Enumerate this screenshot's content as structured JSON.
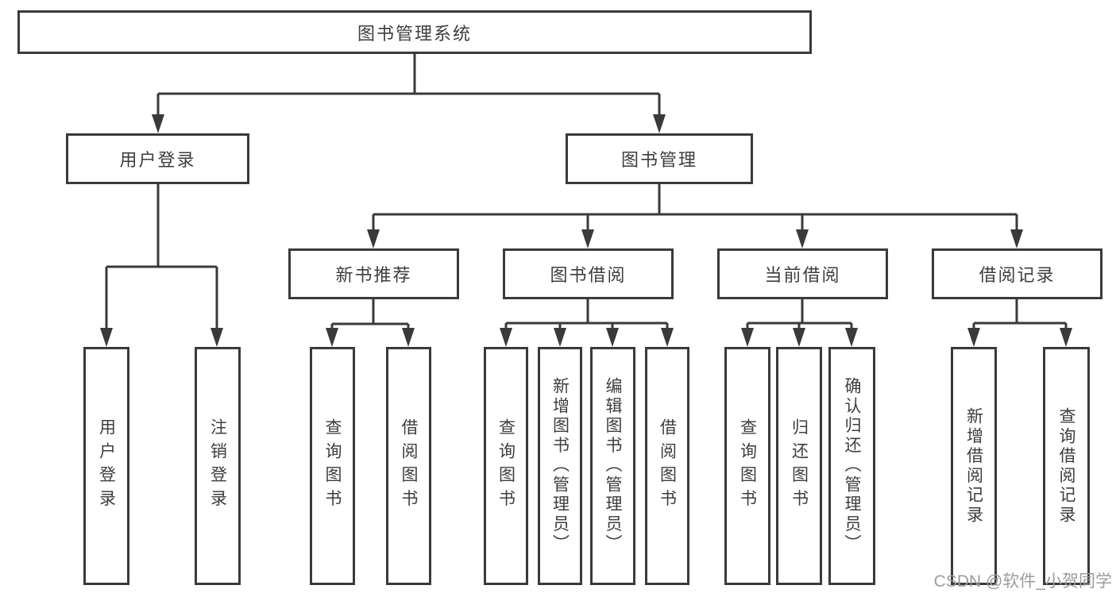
{
  "diagram_title": "图书管理系统",
  "tree": {
    "root": {
      "label": "图书管理系统"
    },
    "l2": [
      {
        "label": "用户登录"
      },
      {
        "label": "图书管理"
      }
    ],
    "l3": [
      {
        "label": "新书推荐"
      },
      {
        "label": "图书借阅"
      },
      {
        "label": "当前借阅"
      },
      {
        "label": "借阅记录"
      }
    ],
    "leaves": [
      {
        "label": "用户登录",
        "parent": "用户登录"
      },
      {
        "label": "注销登录",
        "parent": "用户登录"
      },
      {
        "label": "查询图书",
        "parent": "新书推荐"
      },
      {
        "label": "借阅图书",
        "parent": "新书推荐"
      },
      {
        "label": "查询图书",
        "parent": "图书借阅"
      },
      {
        "label": "新增图书（管理员）",
        "parent": "图书借阅"
      },
      {
        "label": "编辑图书（管理员）",
        "parent": "图书借阅"
      },
      {
        "label": "借阅图书",
        "parent": "图书借阅"
      },
      {
        "label": "查询图书",
        "parent": "当前借阅"
      },
      {
        "label": "归还图书",
        "parent": "当前借阅"
      },
      {
        "label": "确认归还（管理员）",
        "parent": "当前借阅"
      },
      {
        "label": "新增借阅记录",
        "parent": "借阅记录"
      },
      {
        "label": "查询借阅记录",
        "parent": "借阅记录"
      }
    ]
  },
  "watermark": {
    "text": "CSDN @软件_小贺同学"
  },
  "colors": {
    "line": "#3a3a3a",
    "box_border": "#3a3a3a",
    "text": "#3d3d3d",
    "background": "#ffffff",
    "watermark": "#9c9c9c"
  }
}
